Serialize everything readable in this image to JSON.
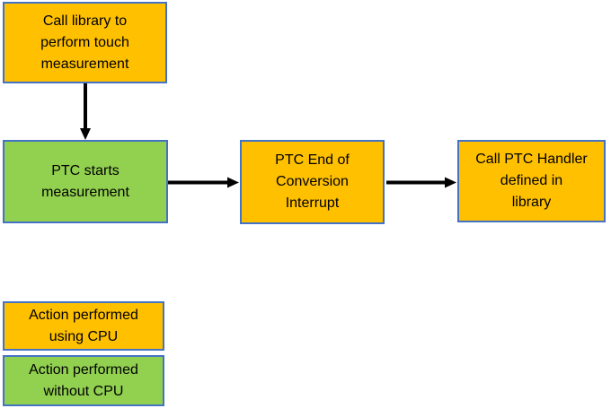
{
  "colors": {
    "cpu_action": "#FFC000",
    "non_cpu_action": "#92D050",
    "box_border": "#4472C4",
    "arrow": "#000000",
    "text": "#000000"
  },
  "flowchart": {
    "nodes": [
      {
        "id": "call-library",
        "label": "Call library to\nperform touch\nmeasurement",
        "type": "cpu"
      },
      {
        "id": "ptc-starts",
        "label": "PTC starts\nmeasurement",
        "type": "non-cpu"
      },
      {
        "id": "ptc-eoc",
        "label": "PTC End of\nConversion\nInterrupt",
        "type": "cpu"
      },
      {
        "id": "call-ptc-handler",
        "label": "Call PTC Handler\ndefined in\nlibrary",
        "type": "cpu"
      }
    ],
    "edges": [
      {
        "from": "call-library",
        "to": "ptc-starts",
        "direction": "down"
      },
      {
        "from": "ptc-starts",
        "to": "ptc-eoc",
        "direction": "right"
      },
      {
        "from": "ptc-eoc",
        "to": "call-ptc-handler",
        "direction": "right"
      }
    ]
  },
  "legend": {
    "items": [
      {
        "label": "Action performed\nusing CPU",
        "type": "cpu"
      },
      {
        "label": "Action performed\nwithout CPU",
        "type": "non-cpu"
      }
    ]
  }
}
